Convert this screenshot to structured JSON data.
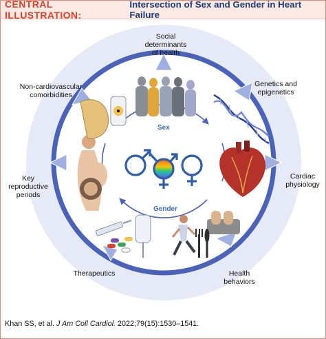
{
  "header": {
    "label": "CENTRAL ILLUSTRATION:",
    "title": "Intersection of Sex and Gender in Heart Failure"
  },
  "diagram": {
    "inner_top": "Sex",
    "inner_bottom": "Gender",
    "labels": {
      "social": [
        "Social determinants",
        "of health"
      ],
      "genetics": [
        "Genetics and",
        "epigenetics"
      ],
      "cardiac": [
        "Cardiac",
        "physiology"
      ],
      "health": [
        "Health",
        "behaviors"
      ],
      "therapeutics": [
        "Therapeutics"
      ],
      "reproductive": [
        "Key",
        "reproductive",
        "periods"
      ],
      "comorbid": [
        "Non-cardiovascular",
        "comorbidities"
      ]
    }
  },
  "footer": {
    "citation_authors": "Khan SS, et al.",
    "citation_journal": "J Am Coll Cardiol.",
    "citation_rest": "2022;79(15):1530–1541."
  },
  "colors": {
    "ring": "#4a63b8",
    "disc": "#e6eaf6",
    "arrow": "#9fb0e0",
    "symbol": "#2f5ea6",
    "title": "#1f3c7a",
    "accent": "#d9412b"
  },
  "icons": [
    "people-icon",
    "dna-icon",
    "heart-icon",
    "feet-scale-icon",
    "runner-icon",
    "fork-knife-icon",
    "syringe-icon",
    "pills-icon",
    "iv-bag-icon",
    "pregnant-woman-icon",
    "fetus-icon",
    "mammogram-icon",
    "radiation-icon",
    "gender-symbols-icon"
  ]
}
